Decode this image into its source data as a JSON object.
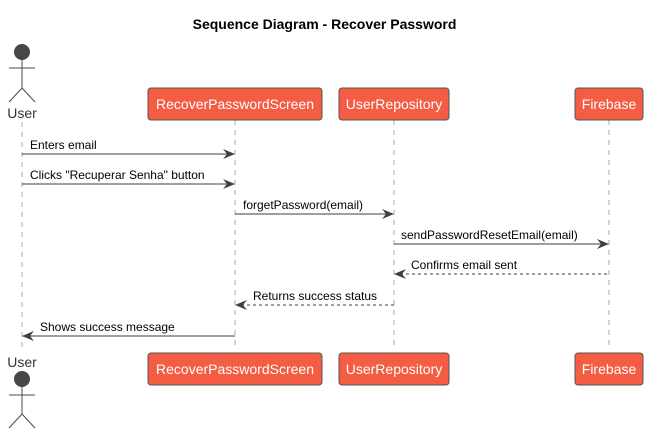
{
  "title": "Sequence Diagram - Recover Password",
  "participants": [
    {
      "id": "user",
      "label": "User",
      "kind": "actor"
    },
    {
      "id": "screen",
      "label": "RecoverPasswordScreen",
      "kind": "box"
    },
    {
      "id": "repo",
      "label": "UserRepository",
      "kind": "box"
    },
    {
      "id": "firebase",
      "label": "Firebase",
      "kind": "box"
    }
  ],
  "messages": [
    {
      "from": "user",
      "to": "screen",
      "label": "Enters email",
      "style": "solid"
    },
    {
      "from": "user",
      "to": "screen",
      "label": "Clicks \"Recuperar Senha\" button",
      "style": "solid"
    },
    {
      "from": "screen",
      "to": "repo",
      "label": "forgetPassword(email)",
      "style": "solid"
    },
    {
      "from": "repo",
      "to": "firebase",
      "label": "sendPasswordResetEmail(email)",
      "style": "solid"
    },
    {
      "from": "firebase",
      "to": "repo",
      "label": "Confirms email sent",
      "style": "dashed"
    },
    {
      "from": "repo",
      "to": "screen",
      "label": "Returns success status",
      "style": "dashed"
    },
    {
      "from": "screen",
      "to": "user",
      "label": "Shows success message",
      "style": "solid"
    }
  ],
  "colors": {
    "participant_fill": "#f45c44",
    "participant_text": "#ffffff",
    "actor": "#474747"
  }
}
